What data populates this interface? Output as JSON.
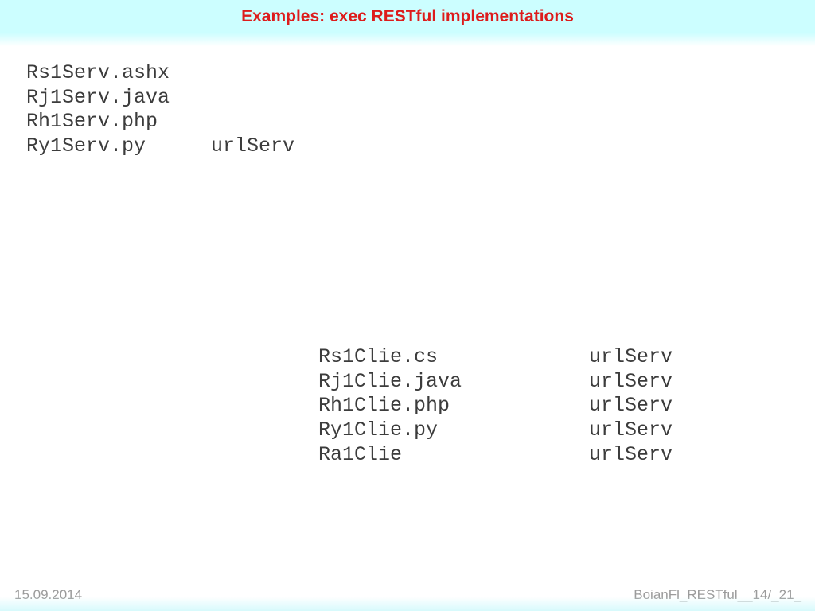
{
  "slide": {
    "title": "Examples: exec RESTful implementations"
  },
  "server_block": {
    "rows": [
      {
        "file": "Rs1Serv.ashx",
        "note": ""
      },
      {
        "file": "Rj1Serv.java",
        "note": ""
      },
      {
        "file": "Rh1Serv.php",
        "note": ""
      },
      {
        "file": "Ry1Serv.py",
        "note": "urlServ"
      }
    ]
  },
  "client_block": {
    "rows": [
      {
        "file": "Rs1Clie.cs",
        "note": "urlServ"
      },
      {
        "file": "Rj1Clie.java",
        "note": "urlServ"
      },
      {
        "file": "Rh1Clie.php",
        "note": "urlServ"
      },
      {
        "file": "Ry1Clie.py",
        "note": "urlServ"
      },
      {
        "file": "Ra1Clie",
        "note": "urlServ"
      }
    ]
  },
  "footer": {
    "date": "15.09.2014",
    "doc_ref": "BoianFl_RESTful__14/_21_"
  },
  "colors": {
    "header_bg": "#ccfeff",
    "title_red": "#dd1c1c",
    "body_text": "#3c3c3c",
    "footer_text": "#9b9b9b"
  }
}
